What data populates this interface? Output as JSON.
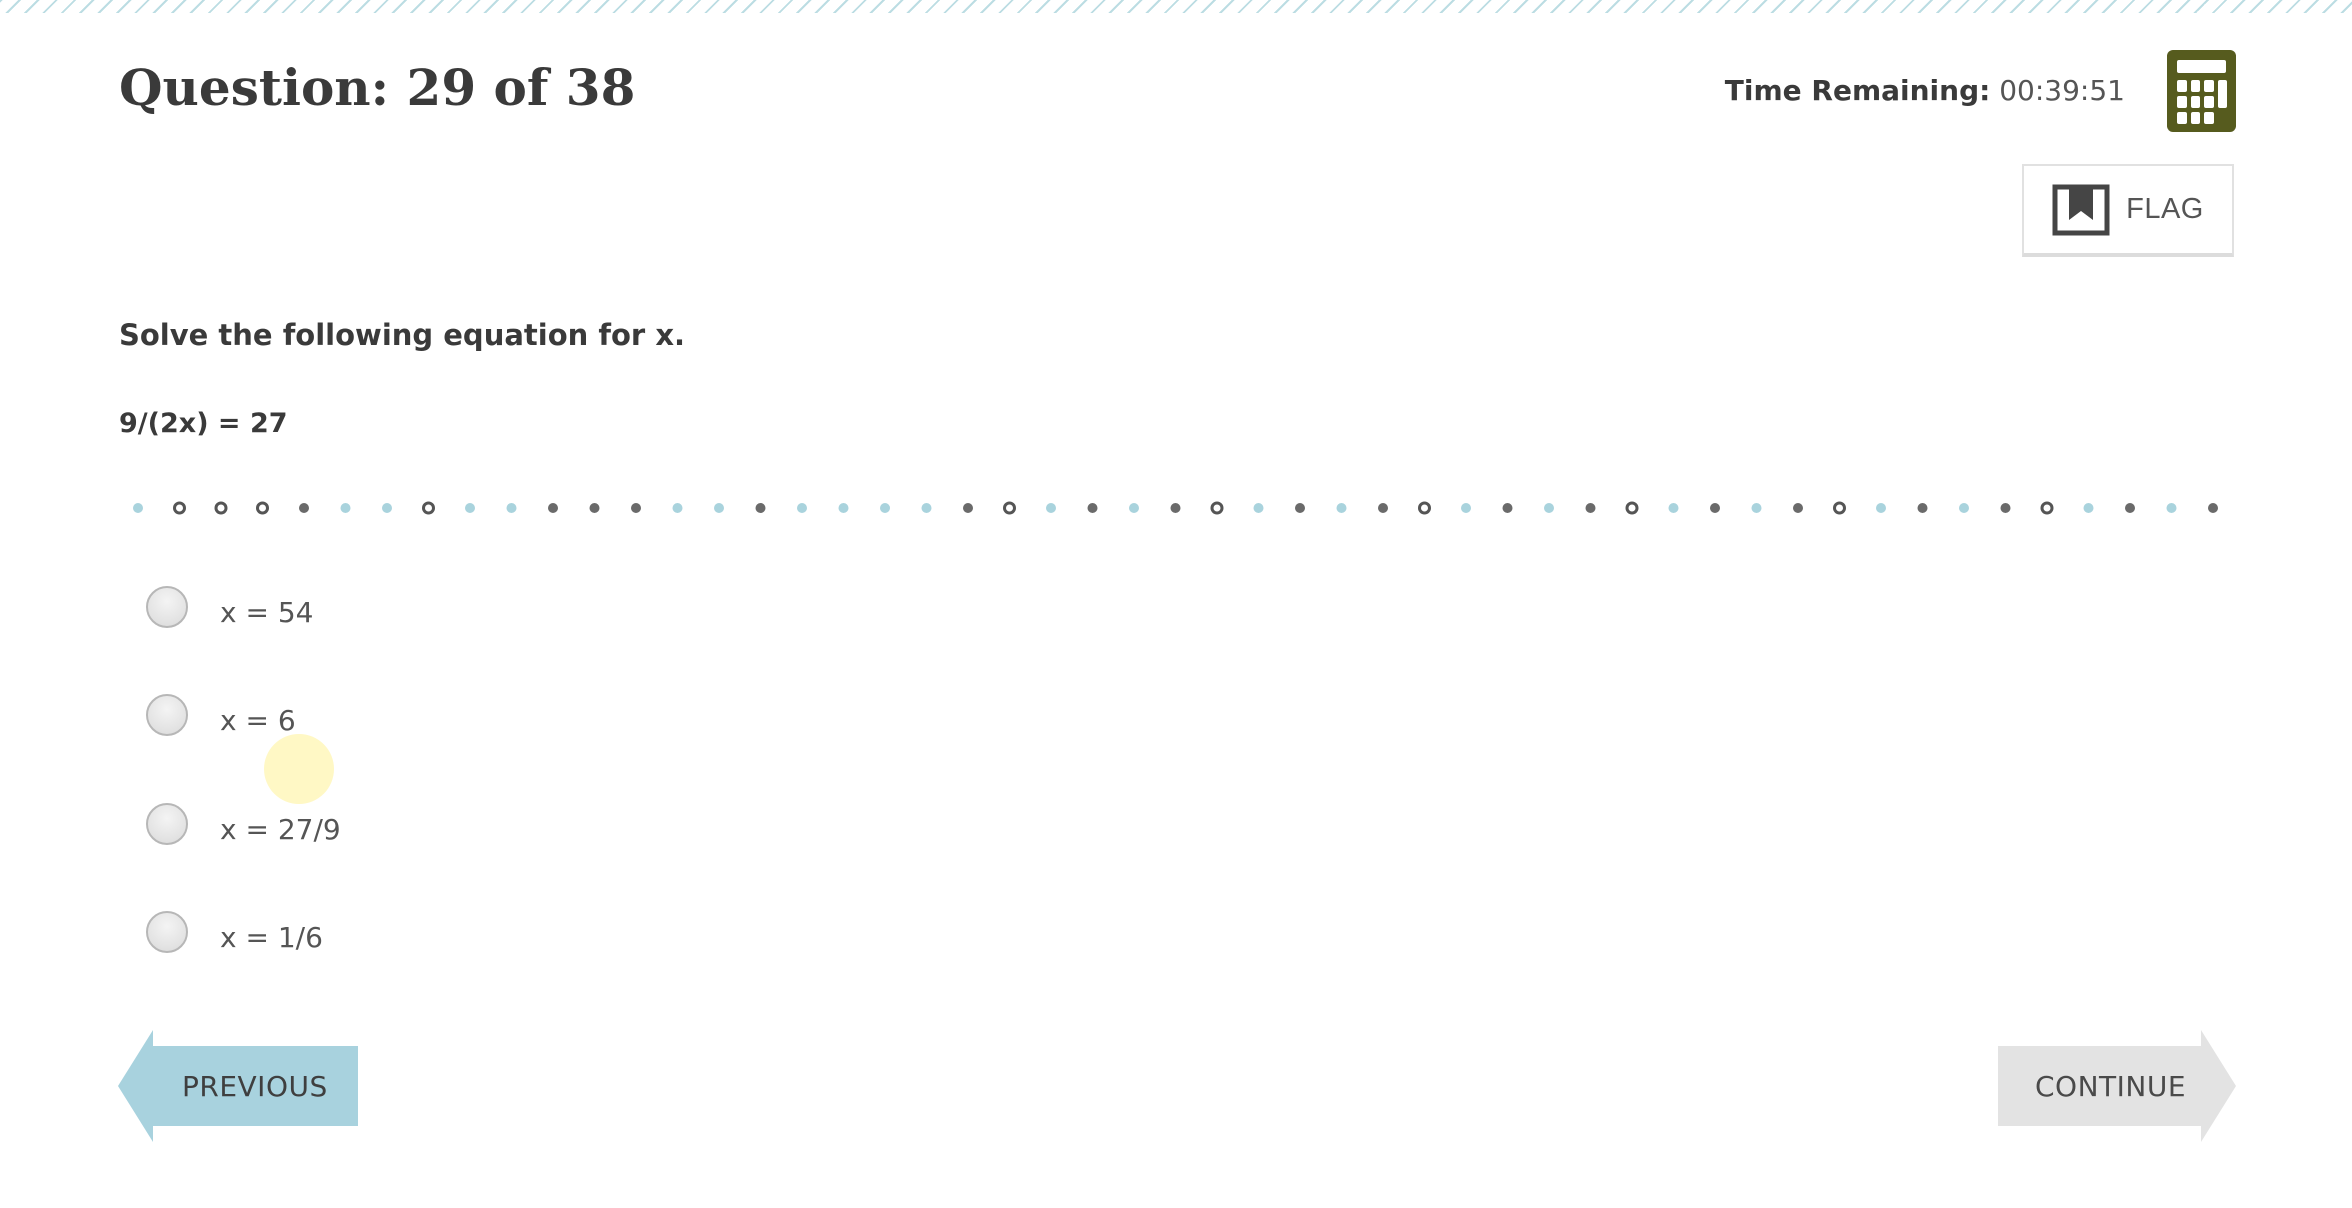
{
  "header": {
    "question_progress": "Question: 29 of 38",
    "timer_label": "Time Remaining:",
    "timer_value": "00:39:51",
    "calculator_icon": "calculator-icon"
  },
  "flag": {
    "label": "FLAG",
    "icon": "bookmark-flag-icon"
  },
  "question": {
    "prompt": "Solve the following equation for x.",
    "equation": "9/(2x) = 27"
  },
  "choices": [
    {
      "label": "x = 54"
    },
    {
      "label": "x = 6"
    },
    {
      "label": "x = 27/9"
    },
    {
      "label": "x = 1/6"
    }
  ],
  "navigation": {
    "previous_label": "PREVIOUS",
    "continue_label": "CONTINUE"
  },
  "colors": {
    "calculator": "#565b1e",
    "previous_button": "#a8d2de",
    "continue_button": "#e3e3e3",
    "dot_blue": "#a9d3dd",
    "dot_gray": "#6a6a6a",
    "stripe": "#bcdde3"
  }
}
